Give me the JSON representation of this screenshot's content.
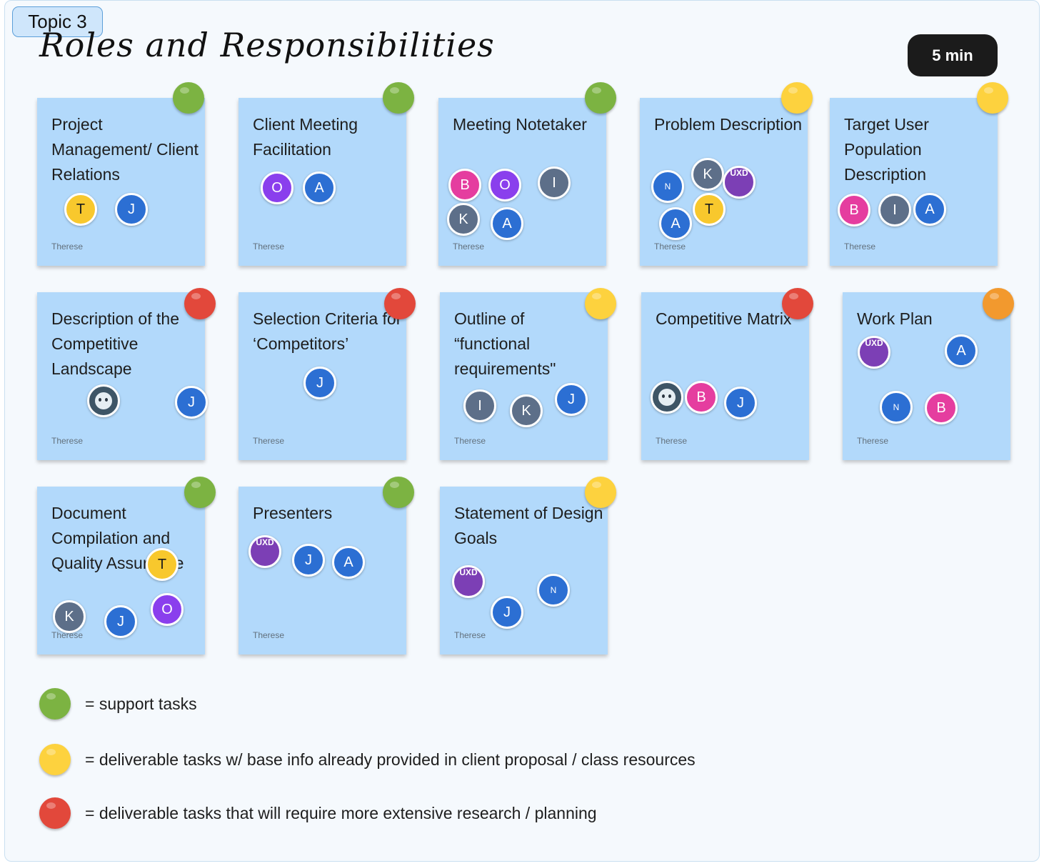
{
  "header": {
    "topic_label": "Topic 3",
    "title": "Roles and Responsibilities",
    "timer": "5 min"
  },
  "colors": {
    "green": "#7cb342",
    "yellow": "#fdd23e",
    "red": "#e2483b",
    "orange": "#f2992e",
    "note": "#b2d9fb"
  },
  "notes": [
    {
      "text": "Project Management/ Client Relations",
      "author": "Therese",
      "priority": "green",
      "avatars": [
        {
          "l": "T",
          "c": "yellow"
        },
        {
          "l": "J",
          "c": "blue"
        }
      ]
    },
    {
      "text": "Client Meeting Facilitation",
      "author": "Therese",
      "priority": "green",
      "avatars": [
        {
          "l": "O",
          "c": "purple"
        },
        {
          "l": "A",
          "c": "blue"
        }
      ]
    },
    {
      "text": "Meeting Notetaker",
      "author": "Therese",
      "priority": "green",
      "avatars": [
        {
          "l": "B",
          "c": "pink"
        },
        {
          "l": "O",
          "c": "purple"
        },
        {
          "l": "I",
          "c": "gray"
        },
        {
          "l": "K",
          "c": "gray"
        },
        {
          "l": "A",
          "c": "blue"
        }
      ]
    },
    {
      "text": "Problem Description",
      "author": "Therese",
      "priority": "yellow",
      "avatars": [
        {
          "l": "N",
          "c": "blue"
        },
        {
          "l": "K",
          "c": "gray"
        },
        {
          "l": "UXD",
          "c": "uxd"
        },
        {
          "l": "T",
          "c": "yellow"
        },
        {
          "l": "A",
          "c": "blue"
        }
      ]
    },
    {
      "text": "Target User Population Description",
      "author": "Therese",
      "priority": "yellow",
      "avatars": [
        {
          "l": "B",
          "c": "pink"
        },
        {
          "l": "I",
          "c": "gray"
        },
        {
          "l": "A",
          "c": "blue"
        }
      ]
    },
    {
      "text": "Description of the Competitive Landscape",
      "author": "Therese",
      "priority": "red",
      "avatars": [
        {
          "l": "",
          "c": "img"
        },
        {
          "l": "J",
          "c": "blue"
        }
      ]
    },
    {
      "text": "Selection Criteria for ‘Competitors’",
      "author": "Therese",
      "priority": "red",
      "avatars": [
        {
          "l": "J",
          "c": "blue"
        }
      ]
    },
    {
      "text": "Outline of “functional requirements\"",
      "author": "Therese",
      "priority": "yellow",
      "avatars": [
        {
          "l": "I",
          "c": "gray"
        },
        {
          "l": "K",
          "c": "gray"
        },
        {
          "l": "J",
          "c": "blue"
        }
      ]
    },
    {
      "text": "Competitive Matrix",
      "author": "Therese",
      "priority": "red",
      "avatars": [
        {
          "l": "",
          "c": "img"
        },
        {
          "l": "B",
          "c": "pink"
        },
        {
          "l": "J",
          "c": "blue"
        }
      ]
    },
    {
      "text": "Work Plan",
      "author": "Therese",
      "priority": "orange",
      "avatars": [
        {
          "l": "UXD",
          "c": "uxd"
        },
        {
          "l": "A",
          "c": "blue"
        },
        {
          "l": "N",
          "c": "blue"
        },
        {
          "l": "B",
          "c": "pink"
        }
      ]
    },
    {
      "text": "Document Compilation and Quality Assurance",
      "author": "Therese",
      "priority": "green",
      "avatars": [
        {
          "l": "T",
          "c": "yellow"
        },
        {
          "l": "K",
          "c": "gray"
        },
        {
          "l": "J",
          "c": "blue"
        },
        {
          "l": "O",
          "c": "purple"
        }
      ]
    },
    {
      "text": "Presenters",
      "author": "Therese",
      "priority": "green",
      "avatars": [
        {
          "l": "UXD",
          "c": "uxd"
        },
        {
          "l": "J",
          "c": "blue"
        },
        {
          "l": "A",
          "c": "blue"
        }
      ]
    },
    {
      "text": "Statement of Design Goals",
      "author": "Therese",
      "priority": "yellow",
      "avatars": [
        {
          "l": "UXD",
          "c": "uxd"
        },
        {
          "l": "N",
          "c": "blue"
        },
        {
          "l": "J",
          "c": "blue"
        }
      ]
    }
  ],
  "legend": [
    {
      "color": "green",
      "text": "= support tasks"
    },
    {
      "color": "yellow",
      "text": "= deliverable tasks w/ base info already provided in client proposal / class resources"
    },
    {
      "color": "red",
      "text": "= deliverable tasks that will require more extensive research / planning"
    }
  ]
}
